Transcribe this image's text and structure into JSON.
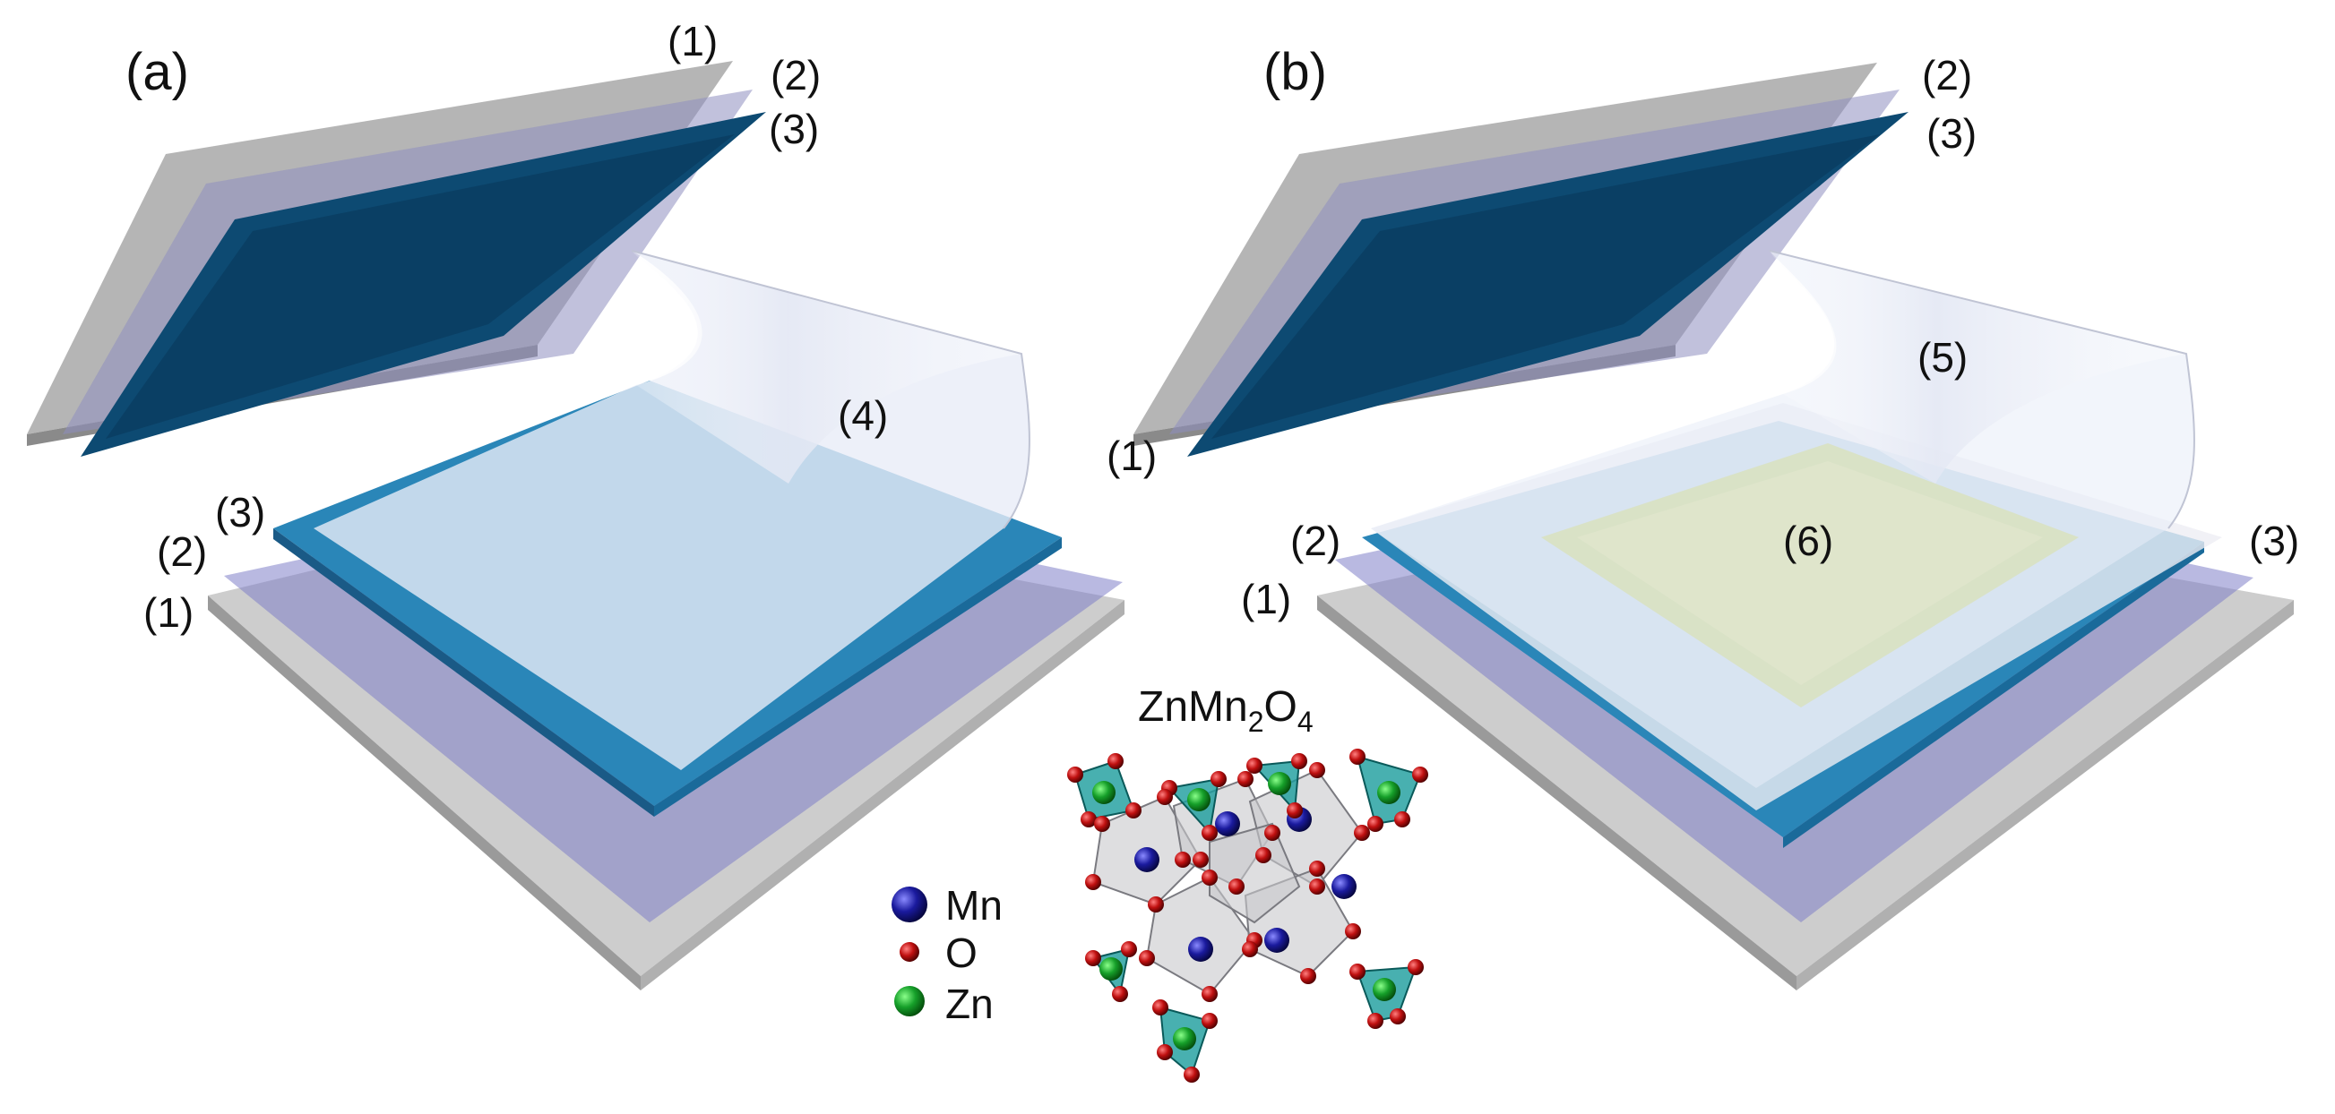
{
  "panels": {
    "a": {
      "title": "(a)",
      "labels": {
        "top_1": "(1)",
        "top_2": "(2)",
        "top_3": "(3)",
        "bottom_1": "(1)",
        "bottom_2": "(2)",
        "bottom_3": "(3)",
        "foil_4": "(4)"
      }
    },
    "b": {
      "title": "(b)",
      "labels": {
        "top_1": "(1)",
        "top_2": "(2)",
        "top_3": "(3)",
        "bottom_1": "(1)",
        "bottom_2": "(2)",
        "bottom_3": "(3)",
        "foil_5": "(5)",
        "film_6": "(6)"
      }
    }
  },
  "crystal": {
    "formula_main": "ZnMn",
    "formula_sub1": "2",
    "formula_mid": "O",
    "formula_sub2": "4",
    "legend": [
      {
        "label": "Mn",
        "color": "#1a1a9e"
      },
      {
        "label": "O",
        "color": "#c01010"
      },
      {
        "label": "Zn",
        "color": "#16a02a"
      }
    ]
  },
  "colors": {
    "glass": "#a8a8a8",
    "ito_layer": "#9a9ad8",
    "electrolyte_blue": "#1a6a9a",
    "foil": "#e8ecf6",
    "active_film": "#c8d27a",
    "polyhedron_teal": "#1a9c9c"
  }
}
